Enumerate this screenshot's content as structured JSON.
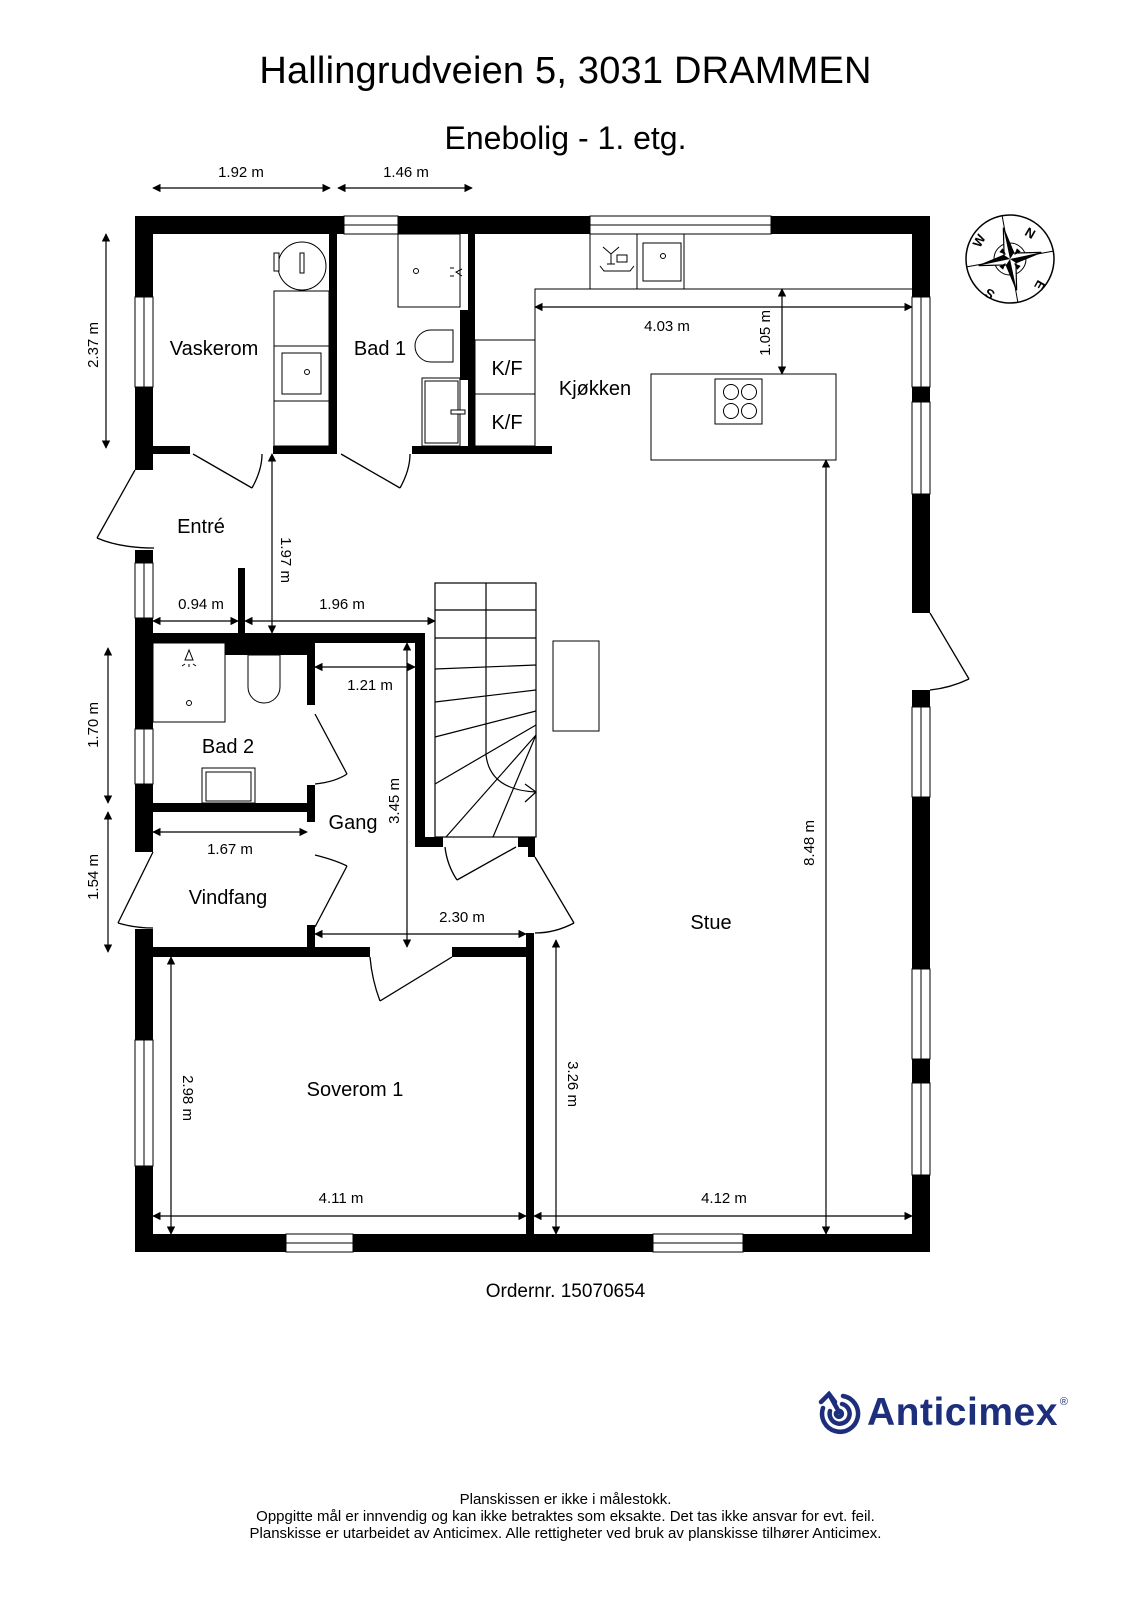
{
  "header": {
    "address": "Hallingrudveien 5, 3031 DRAMMEN",
    "subtitle": "Enebolig - 1. etg."
  },
  "rooms": {
    "vaskerom": "Vaskerom",
    "bad1": "Bad 1",
    "kf1": "K/F",
    "kf2": "K/F",
    "kjokken": "Kjøkken",
    "entre": "Entré",
    "bad2": "Bad 2",
    "gang": "Gang",
    "vindfang": "Vindfang",
    "stue": "Stue",
    "soverom1": "Soverom 1"
  },
  "dimensions": {
    "vaskerom_width": "1.92 m",
    "bad1_width": "1.46 m",
    "vaskerom_height": "2.37 m",
    "kjokken_width": "4.03 m",
    "kjokken_island_gap": "1.05 m",
    "entre_height": "1.97 m",
    "entre_left_width": "0.94 m",
    "entre_right_width": "1.96 m",
    "bad2_height": "1.70 m",
    "gang_width": "1.21 m",
    "gang_height": "3.45 m",
    "vindfang_width": "1.67 m",
    "vindfang_height": "1.54 m",
    "gang_lower_width": "2.30 m",
    "stue_height": "8.48 m",
    "soverom1_height": "2.98 m",
    "stue_lower_height": "3.26 m",
    "soverom1_width": "4.11 m",
    "stue_width": "4.12 m"
  },
  "compass": {
    "icon": "compass-rose-icon",
    "labels": [
      "N",
      "E",
      "S",
      "W"
    ]
  },
  "order": "Ordernr. 15070654",
  "brand": {
    "name": "Anticimex",
    "registered": "®",
    "color": "#1d2f7c"
  },
  "footer": {
    "line1": "Planskissen er ikke i målestokk.",
    "line2": "Oppgitte mål er innvendig og kan ikke betraktes som eksakte. Det tas ikke ansvar for evt. feil.",
    "line3": "Planskisse er utarbeidet av Anticimex. Alle rettigheter ved bruk av planskisse tilhører Anticimex."
  }
}
